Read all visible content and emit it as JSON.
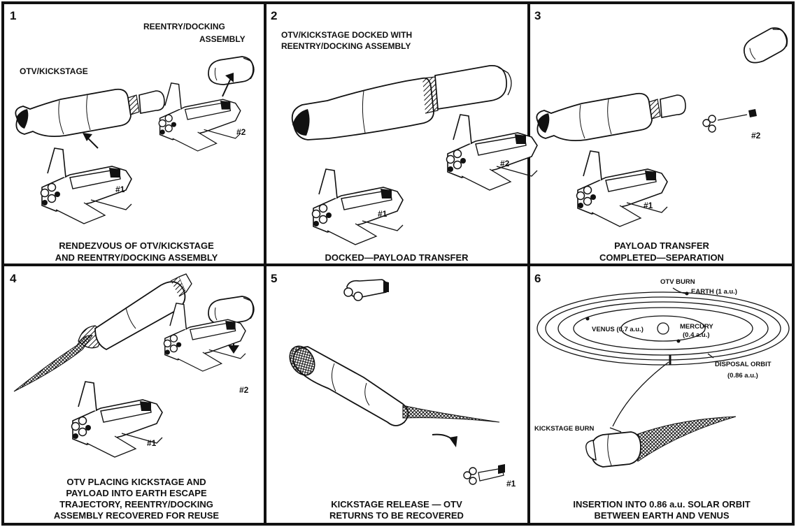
{
  "panels": [
    {
      "number": "1",
      "caption_lines": [
        "RENDEZVOUS OF OTV/KICKSTAGE",
        "AND REENTRY/DOCKING ASSEMBLY"
      ],
      "labels": {
        "otv": "OTV/KICKSTAGE",
        "reentry_line1": "REENTRY/DOCKING",
        "reentry_line2": "ASSEMBLY",
        "shuttle1": "#1",
        "shuttle2": "#2"
      }
    },
    {
      "number": "2",
      "caption_lines": [
        "DOCKED—PAYLOAD TRANSFER"
      ],
      "labels": {
        "docked_line1": "OTV/KICKSTAGE DOCKED WITH",
        "docked_line2": "REENTRY/DOCKING ASSEMBLY",
        "shuttle1": "#1",
        "shuttle2": "#2"
      }
    },
    {
      "number": "3",
      "caption_lines": [
        "PAYLOAD TRANSFER",
        "COMPLETED—SEPARATION"
      ],
      "labels": {
        "shuttle1": "#1",
        "shuttle2": "#2"
      }
    },
    {
      "number": "4",
      "caption_lines": [
        "OTV PLACING KICKSTAGE AND",
        "PAYLOAD INTO EARTH ESCAPE",
        "TRAJECTORY, REENTRY/DOCKING",
        "ASSEMBLY RECOVERED FOR REUSE"
      ],
      "labels": {
        "shuttle1": "#1",
        "shuttle2": "#2"
      }
    },
    {
      "number": "5",
      "caption_lines": [
        "KICKSTAGE RELEASE  — OTV",
        "RETURNS TO BE RECOVERED"
      ],
      "labels": {
        "shuttle1": "#1"
      }
    },
    {
      "number": "6",
      "caption_lines": [
        "INSERTION INTO 0.86 a.u. SOLAR ORBIT",
        "BETWEEN EARTH AND VENUS"
      ],
      "labels": {
        "otv_burn": "OTV BURN",
        "earth": "EARTH (1 a.u.)",
        "venus": "VENUS (0.7 a.u.)",
        "mercury_line1": "MERCURY",
        "mercury_line2": "(0.4 a.u.)",
        "disposal_line1": "DISPOSAL ORBIT",
        "disposal_line2": "(0.86 a.u.)",
        "kickstage_burn": "KICKSTAGE BURN"
      }
    }
  ]
}
